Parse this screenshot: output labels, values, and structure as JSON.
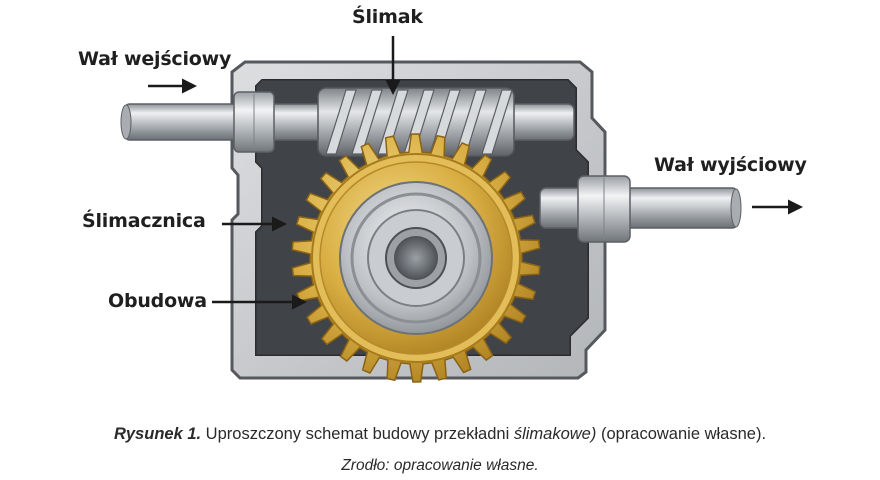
{
  "labels": {
    "worm": "Ślimak",
    "input_shaft": "Wał wejściowy",
    "output_shaft": "Wał wyjściowy",
    "worm_wheel": "Ślimacznica",
    "housing": "Obudowa"
  },
  "caption": {
    "figure_label": "Rysunek 1.",
    "text_a": " Uproszczony schemat budowy przekładni ",
    "text_italic": "ślimakowe)",
    "text_b": " (opracowanie własne).",
    "source": "Zrodło: opracowanie własne."
  },
  "colors": {
    "housing_outer": "#c7c9cb",
    "housing_inner": "#3b3e42",
    "gear_brass": "#d4a93a",
    "gear_brass_light": "#ecd27a",
    "shaft_steel": "#b8bcc0",
    "arrow": "#1a1a1a"
  },
  "gear": {
    "teeth": 30
  }
}
